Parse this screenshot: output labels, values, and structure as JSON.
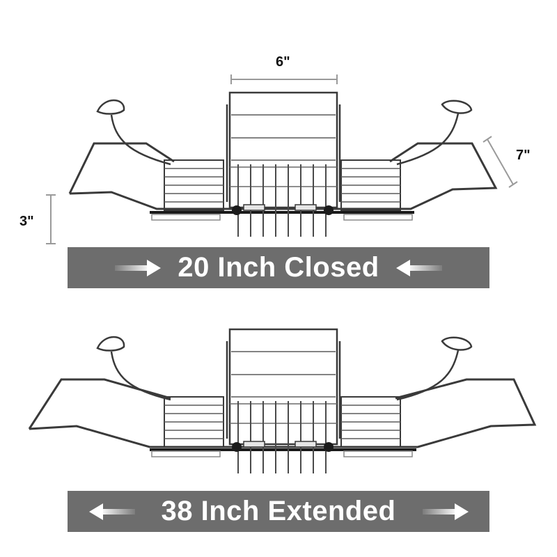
{
  "dimensions": {
    "width_label": "6\"",
    "height_label": "3\"",
    "depth_label": "7\""
  },
  "banners": {
    "closed": {
      "label": "20 Inch Closed",
      "arrow_direction": "inward"
    },
    "extended": {
      "label": "38 Inch Extended",
      "arrow_direction": "outward"
    }
  },
  "colors": {
    "banner_bg": "#6d6d6d",
    "banner_text": "#ffffff",
    "steel": "#3a3a3a",
    "dimension_line": "#9a9a9a"
  }
}
